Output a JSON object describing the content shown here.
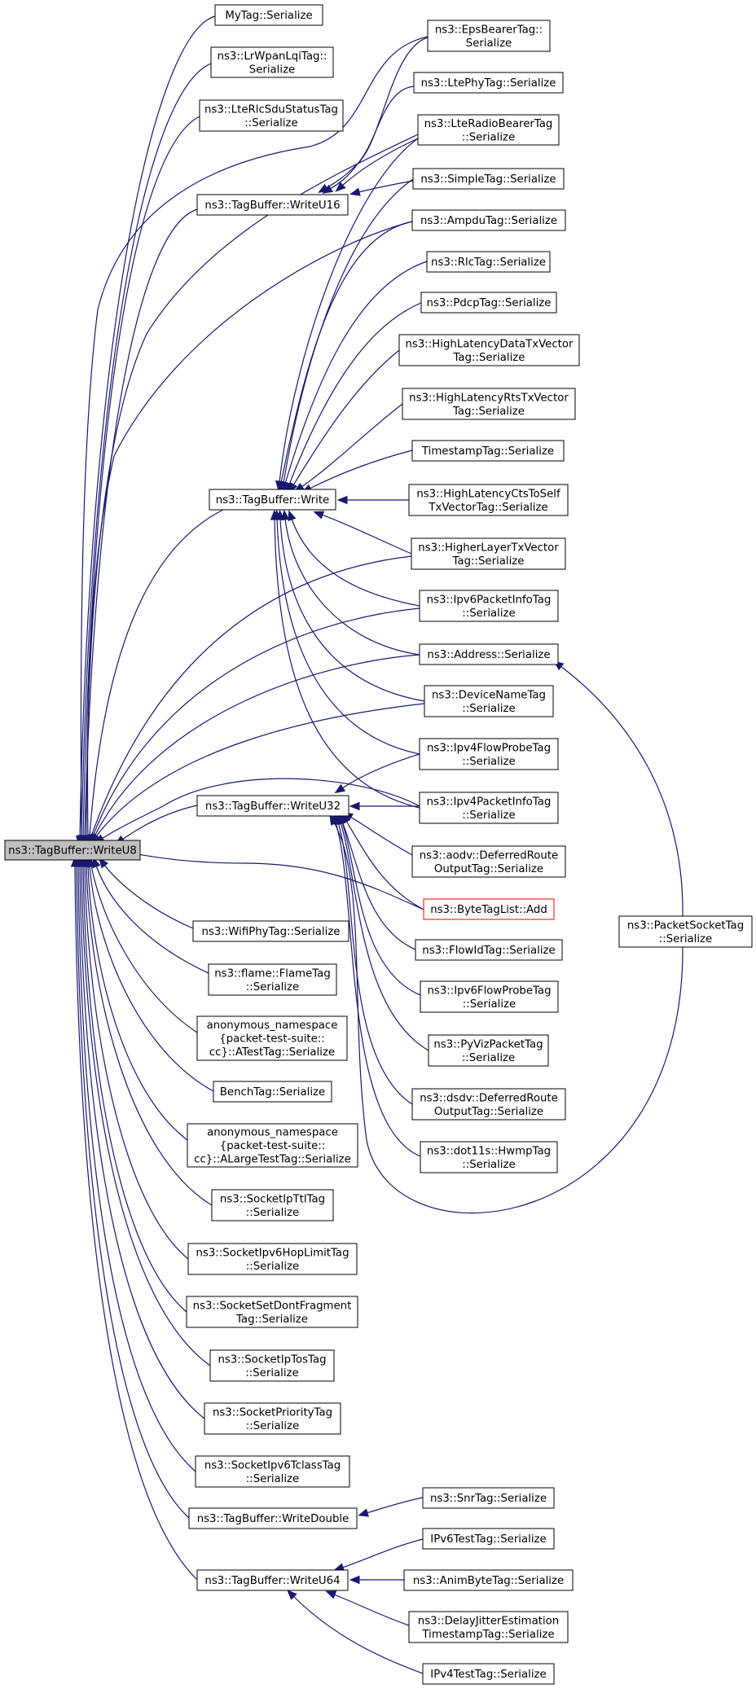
{
  "graph": {
    "edge_color": "#191970",
    "highlight_color": "#ff0000",
    "root_fill": "#bfbfbf",
    "nodes": [
      {
        "id": "root",
        "lines": [
          "ns3::TagBuffer::WriteU8"
        ],
        "root": true
      },
      {
        "id": "mytag",
        "lines": [
          "MyTag::Serialize"
        ]
      },
      {
        "id": "lrwpan",
        "lines": [
          "ns3::LrWpanLqiTag::",
          "Serialize"
        ]
      },
      {
        "id": "rlcsdu",
        "lines": [
          "ns3::LteRlcSduStatusTag",
          "::Serialize"
        ]
      },
      {
        "id": "wu16",
        "lines": [
          "ns3::TagBuffer::WriteU16"
        ]
      },
      {
        "id": "eps",
        "lines": [
          "ns3::EpsBearerTag::",
          "Serialize"
        ]
      },
      {
        "id": "ltephy",
        "lines": [
          "ns3::LtePhyTag::Serialize"
        ]
      },
      {
        "id": "lterb",
        "lines": [
          "ns3::LteRadioBearerTag",
          "::Serialize"
        ]
      },
      {
        "id": "simple",
        "lines": [
          "ns3::SimpleTag::Serialize"
        ]
      },
      {
        "id": "ampdu",
        "lines": [
          "ns3::AmpduTag::Serialize"
        ]
      },
      {
        "id": "rlctag",
        "lines": [
          "ns3::RlcTag::Serialize"
        ]
      },
      {
        "id": "pdcp",
        "lines": [
          "ns3::PdcpTag::Serialize"
        ]
      },
      {
        "id": "hldata",
        "lines": [
          "ns3::HighLatencyDataTxVector",
          "Tag::Serialize"
        ]
      },
      {
        "id": "hlrts",
        "lines": [
          "ns3::HighLatencyRtsTxVector",
          "Tag::Serialize"
        ]
      },
      {
        "id": "timestamp",
        "lines": [
          "TimestampTag::Serialize"
        ]
      },
      {
        "id": "write",
        "lines": [
          "ns3::TagBuffer::Write"
        ]
      },
      {
        "id": "hlcts",
        "lines": [
          "ns3::HighLatencyCtsToSelf",
          "TxVectorTag::Serialize"
        ]
      },
      {
        "id": "higher",
        "lines": [
          "ns3::HigherLayerTxVector",
          "Tag::Serialize"
        ]
      },
      {
        "id": "ipv6pi",
        "lines": [
          "ns3::Ipv6PacketInfoTag",
          "::Serialize"
        ]
      },
      {
        "id": "address",
        "lines": [
          "ns3::Address::Serialize"
        ]
      },
      {
        "id": "devname",
        "lines": [
          "ns3::DeviceNameTag",
          "::Serialize"
        ]
      },
      {
        "id": "ipv4fp",
        "lines": [
          "ns3::Ipv4FlowProbeTag",
          "::Serialize"
        ]
      },
      {
        "id": "wu32",
        "lines": [
          "ns3::TagBuffer::WriteU32"
        ]
      },
      {
        "id": "ipv4pi",
        "lines": [
          "ns3::Ipv4PacketInfoTag",
          "::Serialize"
        ]
      },
      {
        "id": "aodv",
        "lines": [
          "ns3::aodv::DeferredRoute",
          "OutputTag::Serialize"
        ]
      },
      {
        "id": "btladd",
        "lines": [
          "ns3::ByteTagList::Add"
        ],
        "red": true
      },
      {
        "id": "flowid",
        "lines": [
          "ns3::FlowIdTag::Serialize"
        ]
      },
      {
        "id": "ipv6fp",
        "lines": [
          "ns3::Ipv6FlowProbeTag",
          "::Serialize"
        ]
      },
      {
        "id": "pyviz",
        "lines": [
          "ns3::PyVizPacketTag",
          "::Serialize"
        ]
      },
      {
        "id": "dsdv",
        "lines": [
          "ns3::dsdv::DeferredRoute",
          "OutputTag::Serialize"
        ]
      },
      {
        "id": "hwmp",
        "lines": [
          "ns3::dot11s::HwmpTag",
          "::Serialize"
        ]
      },
      {
        "id": "pktsock",
        "lines": [
          "ns3::PacketSocketTag",
          "::Serialize"
        ]
      },
      {
        "id": "wifiphy",
        "lines": [
          "ns3::WifiPhyTag::Serialize"
        ]
      },
      {
        "id": "flame",
        "lines": [
          "ns3::flame::FlameTag",
          "::Serialize"
        ]
      },
      {
        "id": "atest",
        "lines": [
          "anonymous_namespace",
          "{packet-test-suite::",
          "cc}::ATestTag::Serialize"
        ]
      },
      {
        "id": "bench",
        "lines": [
          "BenchTag::Serialize"
        ]
      },
      {
        "id": "alarge",
        "lines": [
          "anonymous_namespace",
          "{packet-test-suite::",
          "cc}::ALargeTestTag::Serialize"
        ]
      },
      {
        "id": "ipttl",
        "lines": [
          "ns3::SocketIpTtlTag",
          "::Serialize"
        ]
      },
      {
        "id": "ipv6hop",
        "lines": [
          "ns3::SocketIpv6HopLimitTag",
          "::Serialize"
        ]
      },
      {
        "id": "dontfrag",
        "lines": [
          "ns3::SocketSetDontFragment",
          "Tag::Serialize"
        ]
      },
      {
        "id": "iptos",
        "lines": [
          "ns3::SocketIpTosTag",
          "::Serialize"
        ]
      },
      {
        "id": "priority",
        "lines": [
          "ns3::SocketPriorityTag",
          "::Serialize"
        ]
      },
      {
        "id": "ipv6tc",
        "lines": [
          "ns3::SocketIpv6TclassTag",
          "::Serialize"
        ]
      },
      {
        "id": "wdouble",
        "lines": [
          "ns3::TagBuffer::WriteDouble"
        ]
      },
      {
        "id": "snr",
        "lines": [
          "ns3::SnrTag::Serialize"
        ]
      },
      {
        "id": "wu64",
        "lines": [
          "ns3::TagBuffer::WriteU64"
        ]
      },
      {
        "id": "ipv6test",
        "lines": [
          "IPv6TestTag::Serialize"
        ]
      },
      {
        "id": "anim",
        "lines": [
          "ns3::AnimByteTag::Serialize"
        ]
      },
      {
        "id": "delay",
        "lines": [
          "ns3::DelayJitterEstimation",
          "TimestampTag::Serialize"
        ]
      },
      {
        "id": "ipv4test",
        "lines": [
          "IPv4TestTag::Serialize"
        ]
      }
    ],
    "edges": [
      [
        "mytag",
        "root"
      ],
      [
        "lrwpan",
        "root"
      ],
      [
        "rlcsdu",
        "root"
      ],
      [
        "wu16",
        "root"
      ],
      [
        "eps",
        "root"
      ],
      [
        "lterb",
        "root"
      ],
      [
        "ampdu",
        "root"
      ],
      [
        "write",
        "root"
      ],
      [
        "higher",
        "root"
      ],
      [
        "ipv6pi",
        "root"
      ],
      [
        "address",
        "root"
      ],
      [
        "devname",
        "root"
      ],
      [
        "ipv4pi",
        "root"
      ],
      [
        "wu32",
        "root"
      ],
      [
        "btladd",
        "root"
      ],
      [
        "wifiphy",
        "root"
      ],
      [
        "flame",
        "root"
      ],
      [
        "atest",
        "root"
      ],
      [
        "bench",
        "root"
      ],
      [
        "alarge",
        "root"
      ],
      [
        "ipttl",
        "root"
      ],
      [
        "ipv6hop",
        "root"
      ],
      [
        "dontfrag",
        "root"
      ],
      [
        "iptos",
        "root"
      ],
      [
        "priority",
        "root"
      ],
      [
        "ipv6tc",
        "root"
      ],
      [
        "wdouble",
        "root"
      ],
      [
        "wu64",
        "root"
      ],
      [
        "eps",
        "wu16"
      ],
      [
        "ltephy",
        "wu16"
      ],
      [
        "lterb",
        "wu16"
      ],
      [
        "simple",
        "wu16"
      ],
      [
        "ampdu",
        "write"
      ],
      [
        "rlctag",
        "write"
      ],
      [
        "pdcp",
        "write"
      ],
      [
        "hldata",
        "write"
      ],
      [
        "hlrts",
        "write"
      ],
      [
        "timestamp",
        "write"
      ],
      [
        "hlcts",
        "write"
      ],
      [
        "higher",
        "write"
      ],
      [
        "ipv6pi",
        "write"
      ],
      [
        "address",
        "write"
      ],
      [
        "devname",
        "write"
      ],
      [
        "ipv4fp",
        "write"
      ],
      [
        "ipv4pi",
        "write"
      ],
      [
        "simple",
        "write"
      ],
      [
        "lterb",
        "write"
      ],
      [
        "ipv4fp",
        "wu32"
      ],
      [
        "ipv4pi",
        "wu32"
      ],
      [
        "aodv",
        "wu32"
      ],
      [
        "btladd",
        "wu32"
      ],
      [
        "flowid",
        "wu32"
      ],
      [
        "ipv6fp",
        "wu32"
      ],
      [
        "pyviz",
        "wu32"
      ],
      [
        "dsdv",
        "wu32"
      ],
      [
        "hwmp",
        "wu32"
      ],
      [
        "pktsock",
        "wu32"
      ],
      [
        "pktsock",
        "address"
      ],
      [
        "snr",
        "wdouble"
      ],
      [
        "ipv6test",
        "wu64"
      ],
      [
        "anim",
        "wu64"
      ],
      [
        "delay",
        "wu64"
      ],
      [
        "ipv4test",
        "wu64"
      ]
    ]
  }
}
